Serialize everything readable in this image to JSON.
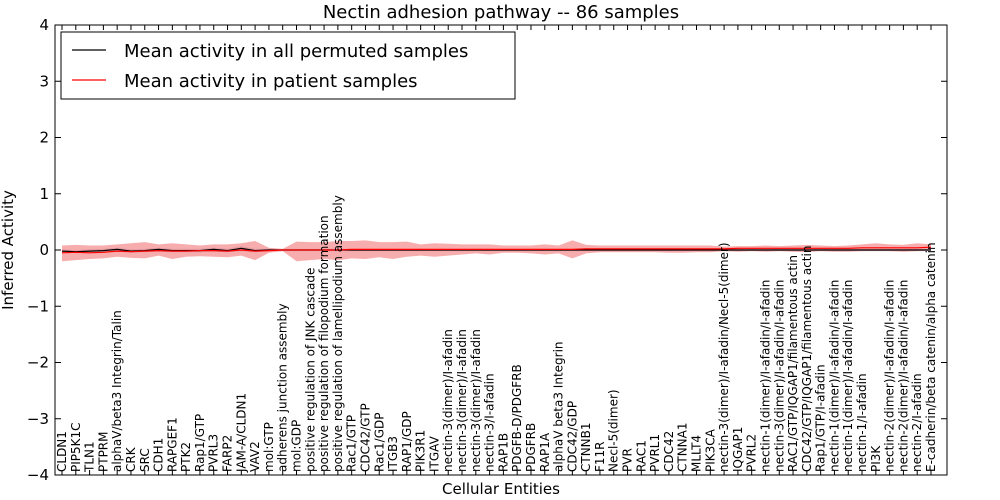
{
  "chart_data": {
    "type": "line",
    "title": "Nectin adhesion pathway -- 86 samples",
    "xlabel": "Cellular Entities",
    "ylabel": "Inferred Activity",
    "ylim": [
      -4,
      4
    ],
    "yticks": [
      -4,
      -3,
      -2,
      -1,
      0,
      1,
      2,
      3,
      4
    ],
    "grid": false,
    "legend_position": "top-left",
    "categories": [
      "CLDN1",
      "PIP5K1C",
      "TLN1",
      "PTPRM",
      "alphaV/beta3 Integrin/Talin",
      "CRK",
      "SRC",
      "CDH1",
      "RAPGEF1",
      "PTK2",
      "Rap1/GTP",
      "PVRL3",
      "FARP2",
      "JAM-A/CLDN1",
      "VAV2",
      "mol:GTP",
      "adherens junction assembly",
      "mol:GDP",
      "positive regulation of JNK cascade",
      "positive regulation of filopodium formation",
      "positive regulation of lamellipodium assembly",
      "Rac1/GTP",
      "CDC42/GTP",
      "Rac1/GDP",
      "ITGB3",
      "RAP1/GDP",
      "PIK3R1",
      "ITGAV",
      "nectin-3(dimer)/I-afadin",
      "nectin-3(dimer)/I-afadin",
      "nectin-3(dimer)/I-afadin",
      "nectin-3/I-afadin",
      "RAP1B",
      "PDGFB-D/PDGFRB",
      "PDGFRB",
      "RAP1A",
      "alphaV beta3 Integrin",
      "CDC42/GDP",
      "CTNNB1",
      "F11R",
      "Necl-5(dimer)",
      "PVR",
      "RAC1",
      "PVRL1",
      "CDC42",
      "CTNNA1",
      "MLLT4",
      "PIK3CA",
      "nectin-3(dimer)/I-afadin/Necl-5(dimer)",
      "IQGAP1",
      "PVRL2",
      "nectin-1(dimer)/I-afadin/I-afadin",
      "nectin-3(dimer)/I-afadin/I-afadin",
      "RAC1/GTP/IQGAP1/filamentous actin",
      "CDC42/GTP/IQGAP1/filamentous actin",
      "Rap1/GTP/I-afadin",
      "nectin-1(dimer)/I-afadin/I-afadin",
      "nectin-1(dimer)/I-afadin/I-afadin",
      "nectin-1/I-afadin",
      "PI3K",
      "nectin-2(dimer)/I-afadin/I-afadin",
      "nectin-2(dimer)/I-afadin/I-afadin",
      "nectin-2/I-afadin",
      "E-cadherin/beta catenin/alpha catenin"
    ],
    "series": [
      {
        "name": "Mean activity in all permuted samples",
        "color": "#000000",
        "values": [
          -0.02,
          -0.03,
          -0.02,
          -0.01,
          0.01,
          -0.02,
          -0.01,
          0.01,
          -0.01,
          -0.01,
          -0.01,
          0.01,
          -0.01,
          0.03,
          -0.01,
          0.0,
          0.0,
          0.0,
          0.0,
          0.0,
          0.0,
          0.0,
          0.0,
          0.0,
          0.0,
          0.0,
          0.0,
          0.0,
          0.0,
          0.0,
          0.0,
          0.0,
          0.0,
          0.0,
          0.0,
          0.0,
          0.0,
          0.0,
          0.0,
          0.0,
          0.0,
          0.0,
          0.0,
          0.0,
          0.0,
          0.0,
          0.0,
          0.0,
          0.0,
          0.0,
          0.0,
          0.0,
          0.0,
          0.0,
          0.0,
          0.0,
          0.0,
          0.0,
          0.0,
          0.0,
          0.0,
          0.0,
          0.0,
          0.0
        ],
        "band_lower": [
          -0.05,
          -0.05,
          -0.05,
          -0.04,
          -0.03,
          -0.05,
          -0.04,
          -0.03,
          -0.04,
          -0.04,
          -0.04,
          -0.03,
          -0.04,
          -0.02,
          -0.04,
          -0.02,
          -0.02,
          -0.02,
          -0.02,
          -0.02,
          -0.02,
          -0.02,
          -0.02,
          -0.02,
          -0.02,
          -0.02,
          -0.02,
          -0.02,
          -0.02,
          -0.02,
          -0.02,
          -0.02,
          -0.02,
          -0.02,
          -0.02,
          -0.02,
          -0.02,
          -0.02,
          -0.02,
          -0.02,
          -0.02,
          -0.02,
          -0.02,
          -0.02,
          -0.02,
          -0.02,
          -0.02,
          -0.02,
          -0.02,
          -0.02,
          -0.02,
          -0.02,
          -0.02,
          -0.02,
          -0.02,
          -0.02,
          -0.02,
          -0.02,
          -0.02,
          -0.02,
          -0.02,
          -0.02,
          -0.02,
          -0.02
        ],
        "band_upper": [
          0.01,
          0.0,
          0.01,
          0.02,
          0.04,
          0.01,
          0.02,
          0.04,
          0.02,
          0.02,
          0.02,
          0.04,
          0.02,
          0.07,
          0.02,
          0.02,
          0.02,
          0.02,
          0.02,
          0.02,
          0.02,
          0.02,
          0.02,
          0.02,
          0.02,
          0.02,
          0.02,
          0.02,
          0.02,
          0.02,
          0.02,
          0.02,
          0.02,
          0.02,
          0.02,
          0.02,
          0.02,
          0.02,
          0.02,
          0.02,
          0.02,
          0.02,
          0.02,
          0.02,
          0.02,
          0.02,
          0.02,
          0.02,
          0.02,
          0.02,
          0.02,
          0.02,
          0.02,
          0.02,
          0.02,
          0.02,
          0.02,
          0.02,
          0.02,
          0.02,
          0.02,
          0.02,
          0.02,
          0.02
        ]
      },
      {
        "name": "Mean activity in patient samples",
        "color": "#ff0000",
        "values": [
          -0.05,
          -0.04,
          -0.05,
          -0.04,
          -0.02,
          -0.03,
          -0.02,
          -0.01,
          -0.02,
          -0.02,
          -0.01,
          -0.01,
          -0.02,
          0.0,
          -0.02,
          -0.01,
          0.0,
          0.0,
          0.0,
          0.0,
          0.0,
          0.01,
          0.01,
          0.01,
          0.01,
          0.01,
          0.01,
          0.01,
          0.01,
          0.01,
          0.01,
          0.01,
          0.01,
          0.01,
          0.01,
          0.01,
          0.01,
          0.01,
          0.02,
          0.02,
          0.02,
          0.02,
          0.02,
          0.02,
          0.02,
          0.02,
          0.02,
          0.02,
          0.02,
          0.03,
          0.03,
          0.03,
          0.03,
          0.03,
          0.03,
          0.03,
          0.03,
          0.03,
          0.04,
          0.04,
          0.04,
          0.04,
          0.04,
          0.05
        ],
        "band_lower": [
          -0.2,
          -0.18,
          -0.16,
          -0.15,
          -0.12,
          -0.14,
          -0.15,
          -0.1,
          -0.16,
          -0.12,
          -0.11,
          -0.12,
          -0.13,
          -0.1,
          -0.18,
          -0.05,
          -0.02,
          -0.2,
          -0.18,
          -0.16,
          -0.18,
          -0.15,
          -0.16,
          -0.13,
          -0.16,
          -0.12,
          -0.1,
          -0.12,
          -0.1,
          -0.08,
          -0.06,
          -0.08,
          -0.05,
          -0.05,
          -0.06,
          -0.08,
          -0.06,
          -0.15,
          -0.06,
          -0.04,
          -0.04,
          -0.04,
          -0.04,
          -0.04,
          -0.05,
          -0.05,
          -0.04,
          -0.04,
          -0.02,
          -0.03,
          -0.02,
          -0.03,
          -0.02,
          -0.03,
          -0.04,
          -0.02,
          -0.03,
          -0.03,
          -0.02,
          -0.02,
          -0.02,
          -0.03,
          -0.02,
          -0.01
        ],
        "band_upper": [
          0.08,
          0.09,
          0.08,
          0.08,
          0.1,
          0.12,
          0.14,
          0.1,
          0.12,
          0.1,
          0.08,
          0.1,
          0.1,
          0.12,
          0.16,
          0.04,
          0.02,
          0.15,
          0.14,
          0.14,
          0.16,
          0.16,
          0.17,
          0.14,
          0.14,
          0.15,
          0.1,
          0.12,
          0.11,
          0.1,
          0.1,
          0.1,
          0.08,
          0.08,
          0.08,
          0.1,
          0.08,
          0.17,
          0.09,
          0.08,
          0.08,
          0.08,
          0.08,
          0.08,
          0.08,
          0.08,
          0.08,
          0.08,
          0.06,
          0.07,
          0.07,
          0.08,
          0.07,
          0.08,
          0.09,
          0.08,
          0.07,
          0.08,
          0.1,
          0.12,
          0.1,
          0.09,
          0.12,
          0.1
        ]
      }
    ]
  }
}
